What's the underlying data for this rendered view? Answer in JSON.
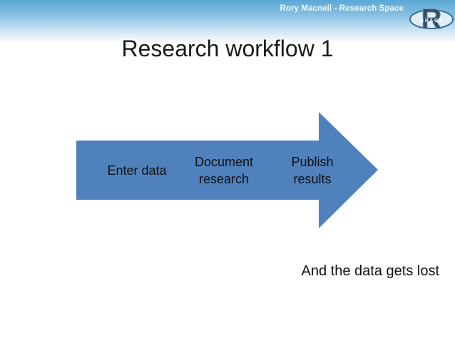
{
  "header": {
    "brand_text": "Rory Macneil - Research Space",
    "logo": {
      "icon": "rspace-logo-icon",
      "letter": "R",
      "subtext": "S P A C E"
    }
  },
  "slide": {
    "title": "Research workflow 1",
    "note": "And the data gets lost"
  },
  "workflow": {
    "arrow_color": "#4f81bd",
    "steps": [
      {
        "lines": [
          "Enter data"
        ]
      },
      {
        "lines": [
          "Document",
          "research"
        ]
      },
      {
        "lines": [
          "Publish",
          "results"
        ]
      }
    ]
  }
}
